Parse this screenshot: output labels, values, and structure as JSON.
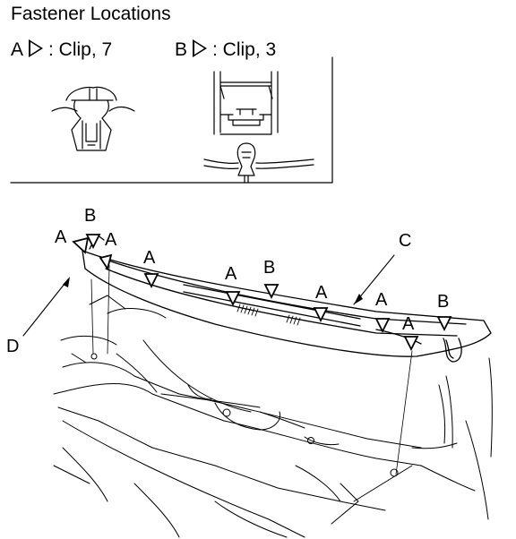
{
  "title": "Fastener Locations",
  "legend": {
    "a_letter": "A",
    "a_text": ": Clip, 7",
    "b_letter": "B",
    "b_text": ": Clip, 3"
  },
  "callouts": {
    "a": "A",
    "b": "B",
    "c": "C",
    "d": "D"
  }
}
